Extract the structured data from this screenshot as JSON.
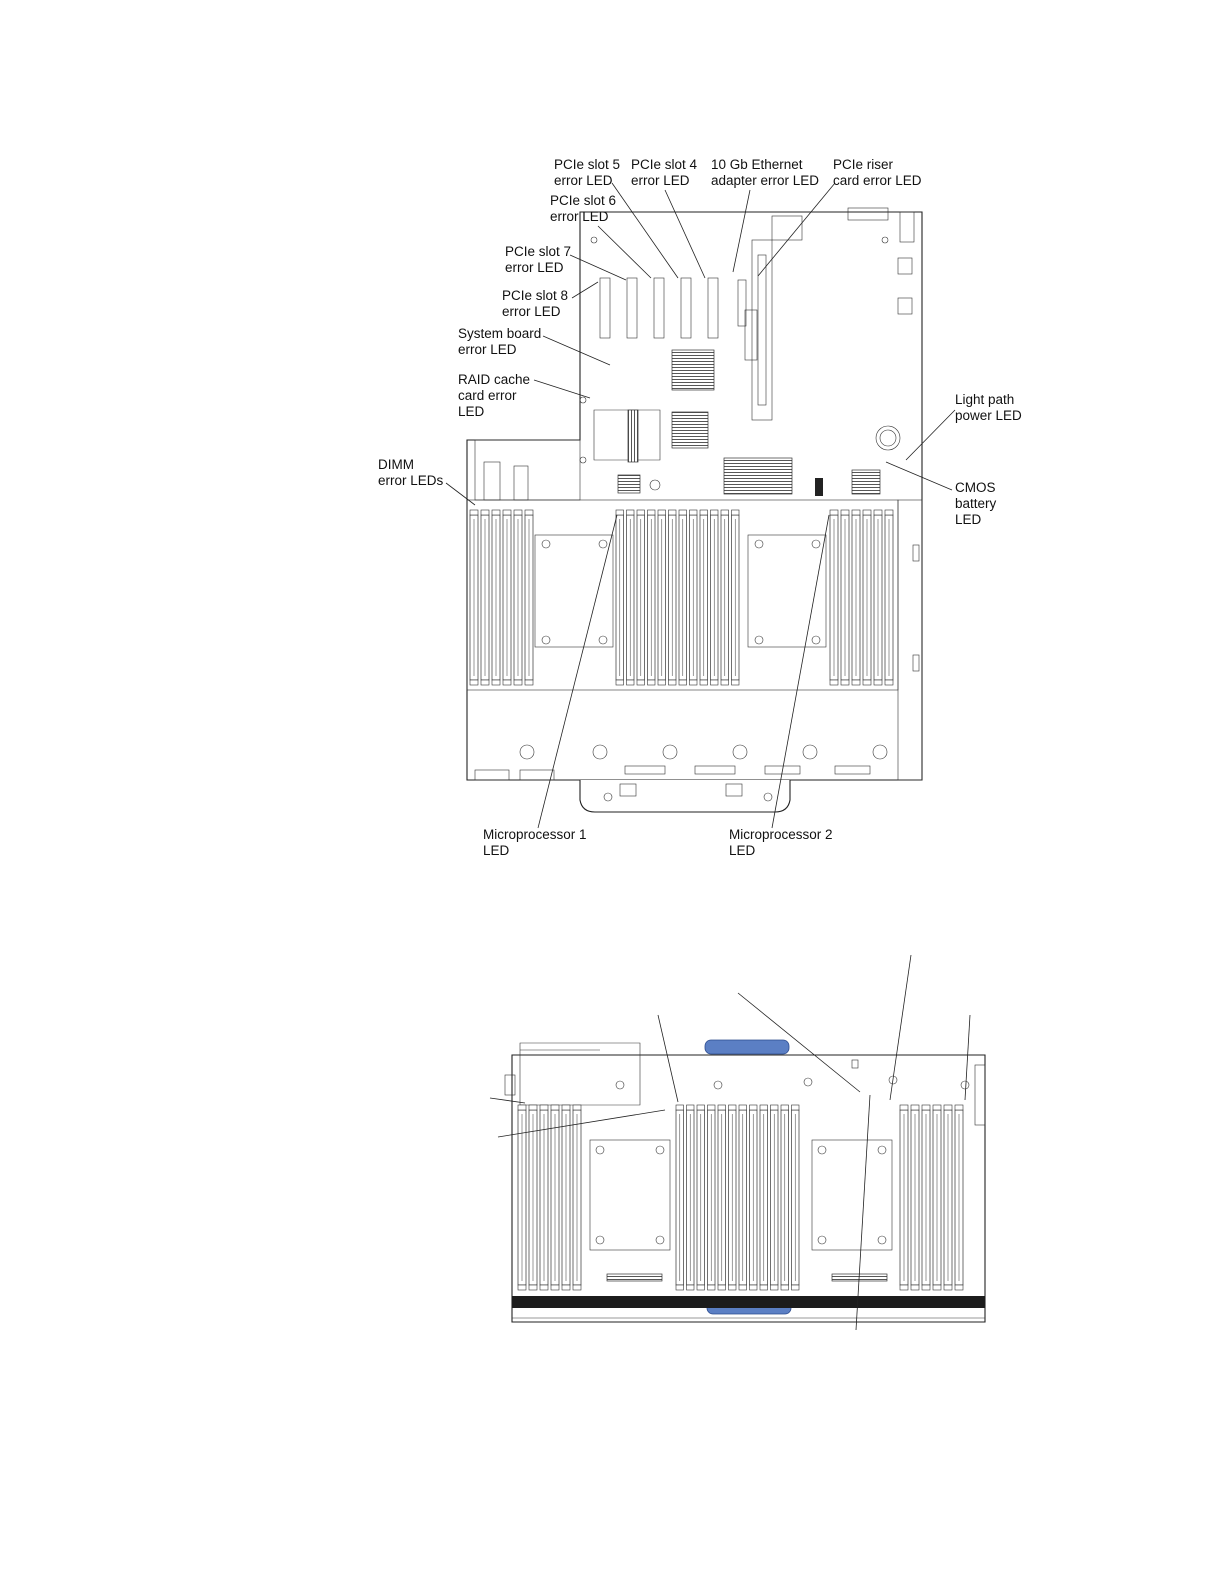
{
  "top_diagram": {
    "labels": {
      "pcie_slot5": "PCIe slot 5\nerror LED",
      "pcie_slot4": "PCIe slot 4\nerror LED",
      "ethernet": "10 Gb Ethernet\nadapter error LED",
      "pcie_riser": "PCIe riser\ncard error LED",
      "pcie_slot6": "PCIe slot 6\nerror LED",
      "pcie_slot7": "PCIe slot 7\nerror LED",
      "pcie_slot8": "PCIe slot 8\nerror LED",
      "system_board": "System board\nerror LED",
      "raid_cache": "RAID cache\ncard error\nLED",
      "dimm": "DIMM\nerror LEDs",
      "light_path": "Light path\npower LED",
      "cmos": "CMOS\nbattery\nLED",
      "micro1": "Microprocessor 1\nLED",
      "micro2": "Microprocessor 2\nLED"
    }
  },
  "colors": {
    "line": "#222222",
    "handle_blue": "#5b7fc4"
  }
}
